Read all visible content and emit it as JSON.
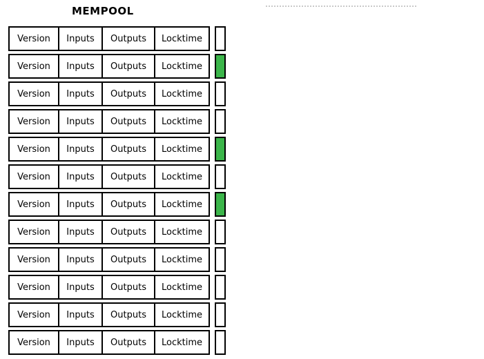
{
  "title": "MEMPOOL",
  "colors": {
    "green": "#3bb54a",
    "white": "#ffffff"
  },
  "rows": [
    {
      "cells": [
        "Version",
        "Inputs",
        "Outputs",
        "Locktime"
      ],
      "status": "white"
    },
    {
      "cells": [
        "Version",
        "Inputs",
        "Outputs",
        "Locktime"
      ],
      "status": "green"
    },
    {
      "cells": [
        "Version",
        "Inputs",
        "Outputs",
        "Locktime"
      ],
      "status": "white"
    },
    {
      "cells": [
        "Version",
        "Inputs",
        "Outputs",
        "Locktime"
      ],
      "status": "white"
    },
    {
      "cells": [
        "Version",
        "Inputs",
        "Outputs",
        "Locktime"
      ],
      "status": "green"
    },
    {
      "cells": [
        "Version",
        "Inputs",
        "Outputs",
        "Locktime"
      ],
      "status": "white"
    },
    {
      "cells": [
        "Version",
        "Inputs",
        "Outputs",
        "Locktime"
      ],
      "status": "green"
    },
    {
      "cells": [
        "Version",
        "Inputs",
        "Outputs",
        "Locktime"
      ],
      "status": "white"
    },
    {
      "cells": [
        "Version",
        "Inputs",
        "Outputs",
        "Locktime"
      ],
      "status": "white"
    },
    {
      "cells": [
        "Version",
        "Inputs",
        "Outputs",
        "Locktime"
      ],
      "status": "white"
    },
    {
      "cells": [
        "Version",
        "Inputs",
        "Outputs",
        "Locktime"
      ],
      "status": "white"
    },
    {
      "cells": [
        "Version",
        "Inputs",
        "Outputs",
        "Locktime"
      ],
      "status": "white"
    }
  ]
}
